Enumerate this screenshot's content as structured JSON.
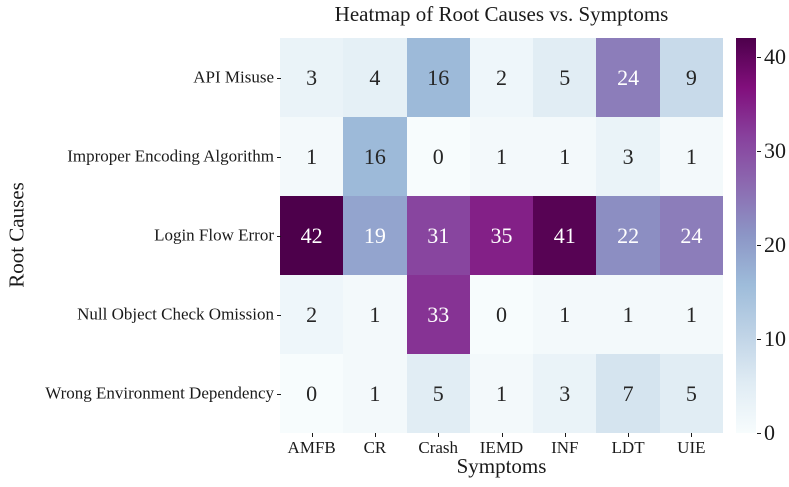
{
  "chart_data": {
    "type": "heatmap",
    "title": "Heatmap of Root Causes vs. Symptoms",
    "xlabel": "Symptoms",
    "ylabel": "Root Causes",
    "columns": [
      "AMFB",
      "CR",
      "Crash",
      "IEMD",
      "INF",
      "LDT",
      "UIE"
    ],
    "rows": [
      "API Misuse",
      "Improper Encoding Algorithm",
      "Login Flow Error",
      "Null Object Check Omission",
      "Wrong Environment Dependency"
    ],
    "values": [
      [
        3,
        4,
        16,
        2,
        5,
        24,
        9
      ],
      [
        1,
        16,
        0,
        1,
        1,
        3,
        1
      ],
      [
        42,
        19,
        31,
        35,
        41,
        22,
        24
      ],
      [
        2,
        1,
        33,
        0,
        1,
        1,
        1
      ],
      [
        0,
        1,
        5,
        1,
        3,
        7,
        5
      ]
    ],
    "vmin": 0,
    "vmax": 42,
    "grid": false,
    "legend_position": "right",
    "colorbar_ticks": [
      0,
      10,
      20,
      30,
      40
    ],
    "colormap": {
      "name": "BuPu",
      "stops": [
        {
          "pos": 0.0,
          "color": "#f7fcfd"
        },
        {
          "pos": 0.125,
          "color": "#e0ecf4"
        },
        {
          "pos": 0.25,
          "color": "#bfd3e6"
        },
        {
          "pos": 0.375,
          "color": "#9ebcda"
        },
        {
          "pos": 0.5,
          "color": "#8c96c6"
        },
        {
          "pos": 0.625,
          "color": "#8c6bb1"
        },
        {
          "pos": 0.75,
          "color": "#88419d"
        },
        {
          "pos": 0.875,
          "color": "#810f7c"
        },
        {
          "pos": 1.0,
          "color": "#4d004b"
        }
      ]
    },
    "annotation_text_colors": {
      "on_light": "#262626",
      "on_dark": "#ffffff"
    }
  }
}
